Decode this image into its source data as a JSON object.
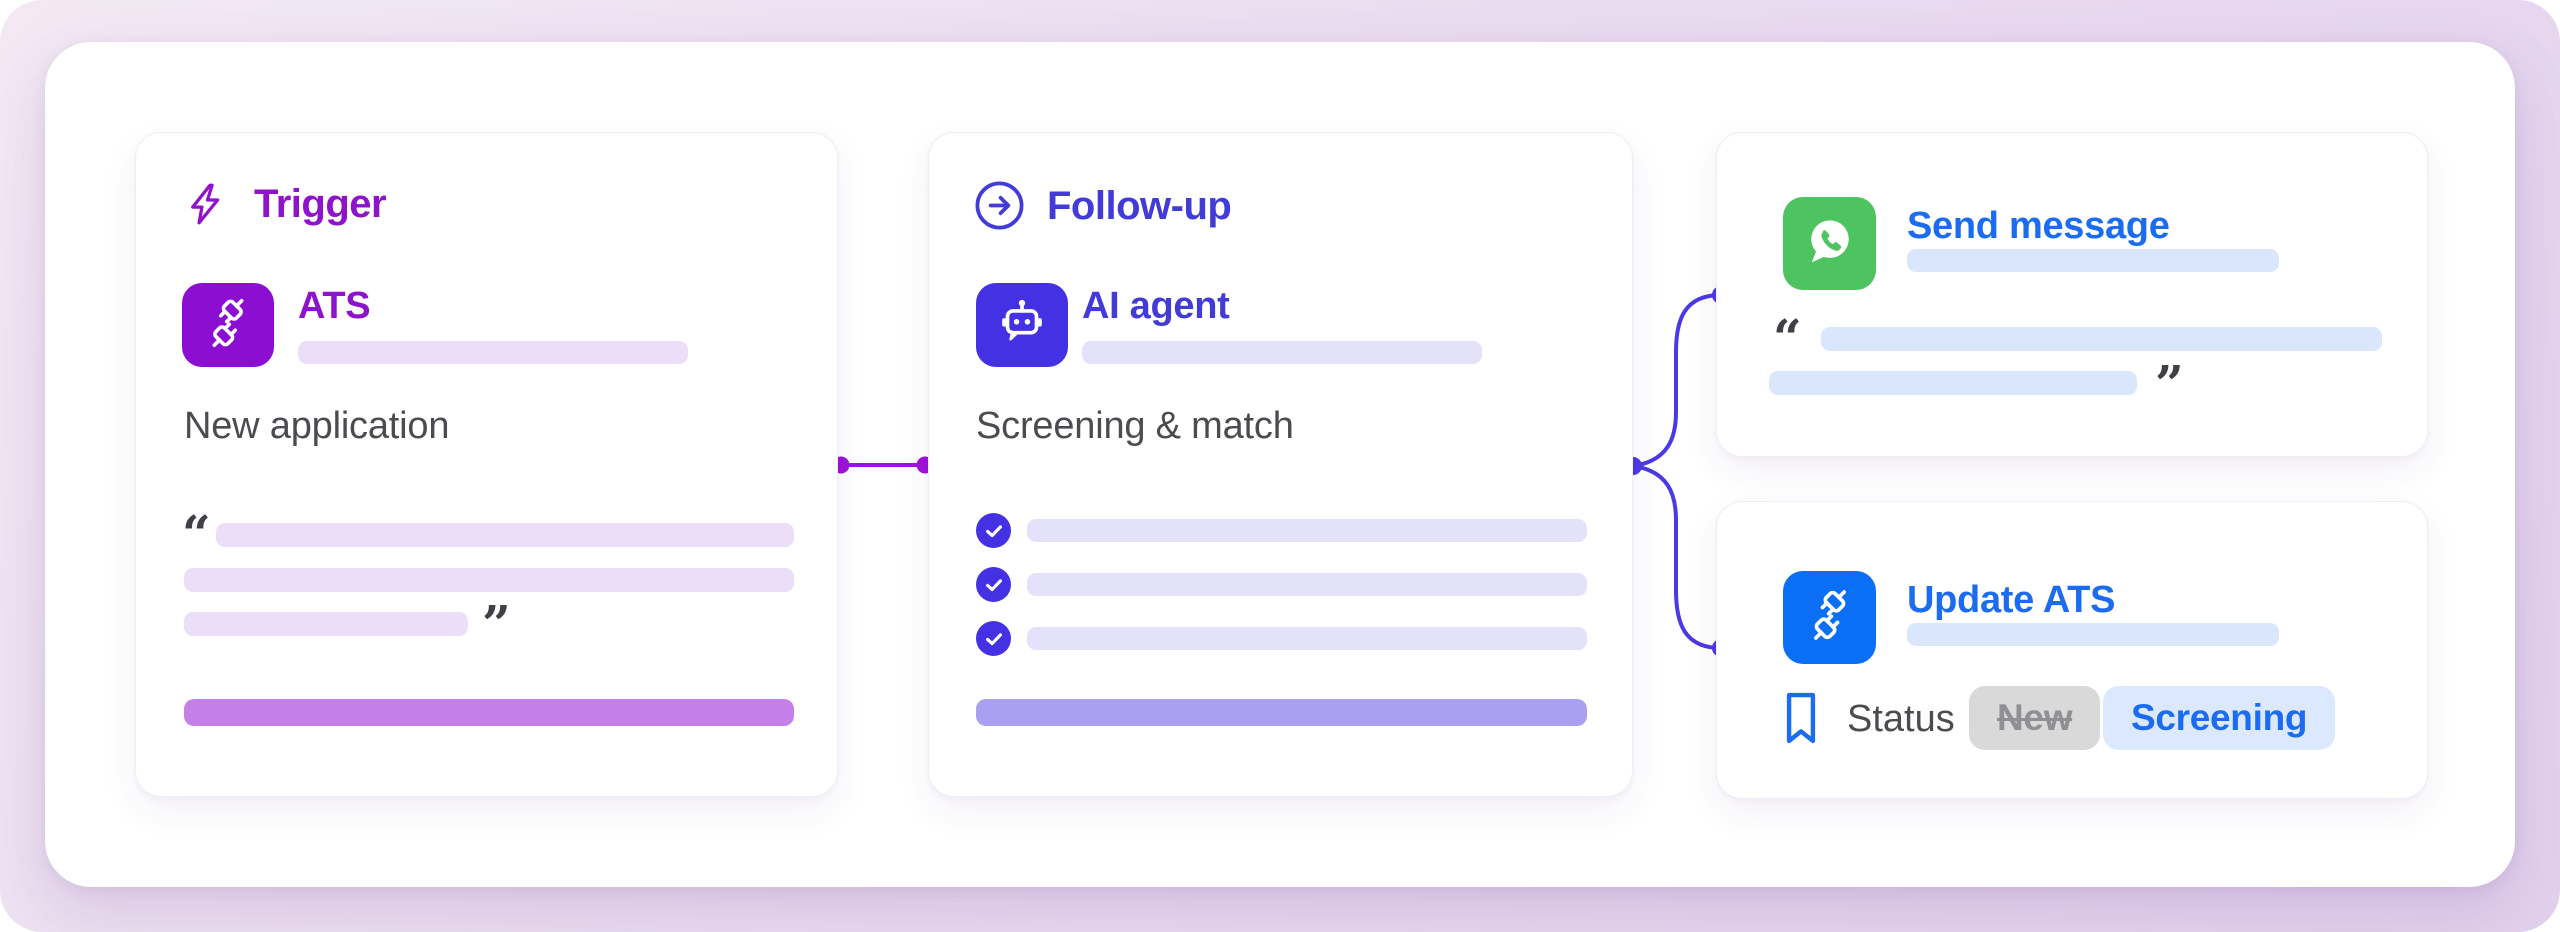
{
  "illustration": {
    "description_role": "recruiting-automation-workflow"
  },
  "trigger_card": {
    "header": "Trigger",
    "integration_name": "ATS",
    "event_title": "New application",
    "quote_open": "“",
    "quote_close": "”"
  },
  "followup_card": {
    "header": "Follow-up",
    "integration_name": "AI agent",
    "action_title": "Screening & match",
    "checklist_items": 3
  },
  "send_message_card": {
    "title": "Send message",
    "quote_open": "“",
    "quote_close": "”"
  },
  "update_ats_card": {
    "title": "Update ATS",
    "status_label": "Status",
    "old_status": "New",
    "new_status": "Screening"
  },
  "icons": {
    "trigger_header": "lightning-icon",
    "trigger_integration": "plug-icon",
    "followup_header": "arrow-circle-icon",
    "followup_integration": "robot-icon",
    "send_message": "whatsapp-icon",
    "update_ats": "plug-icon",
    "status": "bookmark-icon",
    "checklist": "check-icon"
  },
  "colors": {
    "bg_top": "#f3e9f4",
    "bg_mid": "#e9dbf0",
    "bg_bot": "#e2d1ed",
    "panel": "#ffffff",
    "purple_text": "#8e13cd",
    "purple_tile": "#8c0ed3",
    "purple_bar_light": "#ecdef8",
    "purple_bar_solid": "#c57fe9",
    "purple_connector": "#a011da",
    "indigo_text": "#423bd8",
    "indigo_tile": "#4531e4",
    "indigo_bar_light": "#e4e2fa",
    "indigo_bar_solid": "#a9a0f1",
    "indigo_connector": "#4b39e6",
    "blue_text": "#1b6cf0",
    "blue_tile": "#0a6ff4",
    "blue_bar_light": "#d9e6fc",
    "blue_badge_bg": "#dbe8fd",
    "green_tile": "#4dc45f",
    "text_dark": "#4e4b50",
    "gray_badge_bg": "#d9d9d9",
    "gray_badge_text": "#8f8f94"
  }
}
